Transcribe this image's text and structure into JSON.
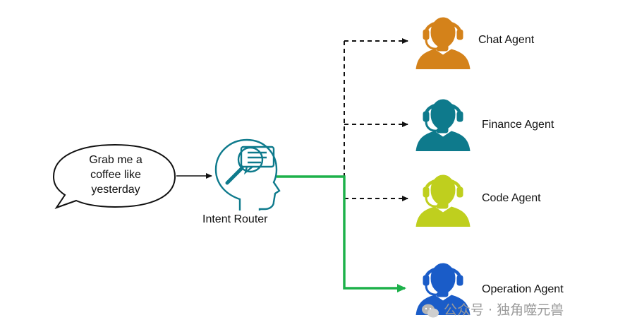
{
  "user_request": {
    "lines": [
      "Grab me a",
      "coffee like",
      "yesterday"
    ]
  },
  "router": {
    "label": "Intent Router"
  },
  "agents": [
    {
      "label": "Chat Agent",
      "color": "#d4821a",
      "selected": false
    },
    {
      "label": "Finance Agent",
      "color": "#0e7a8c",
      "selected": false
    },
    {
      "label": "Code Agent",
      "color": "#bfcf1e",
      "selected": false
    },
    {
      "label": "Operation Agent",
      "color": "#1a5cc8",
      "selected": true
    }
  ],
  "colors": {
    "active_route": "#1db14a",
    "inactive_route": "#111111",
    "router_icon": "#0e7a8c"
  },
  "watermark": {
    "text": "公众号 · 独角噬元兽"
  }
}
